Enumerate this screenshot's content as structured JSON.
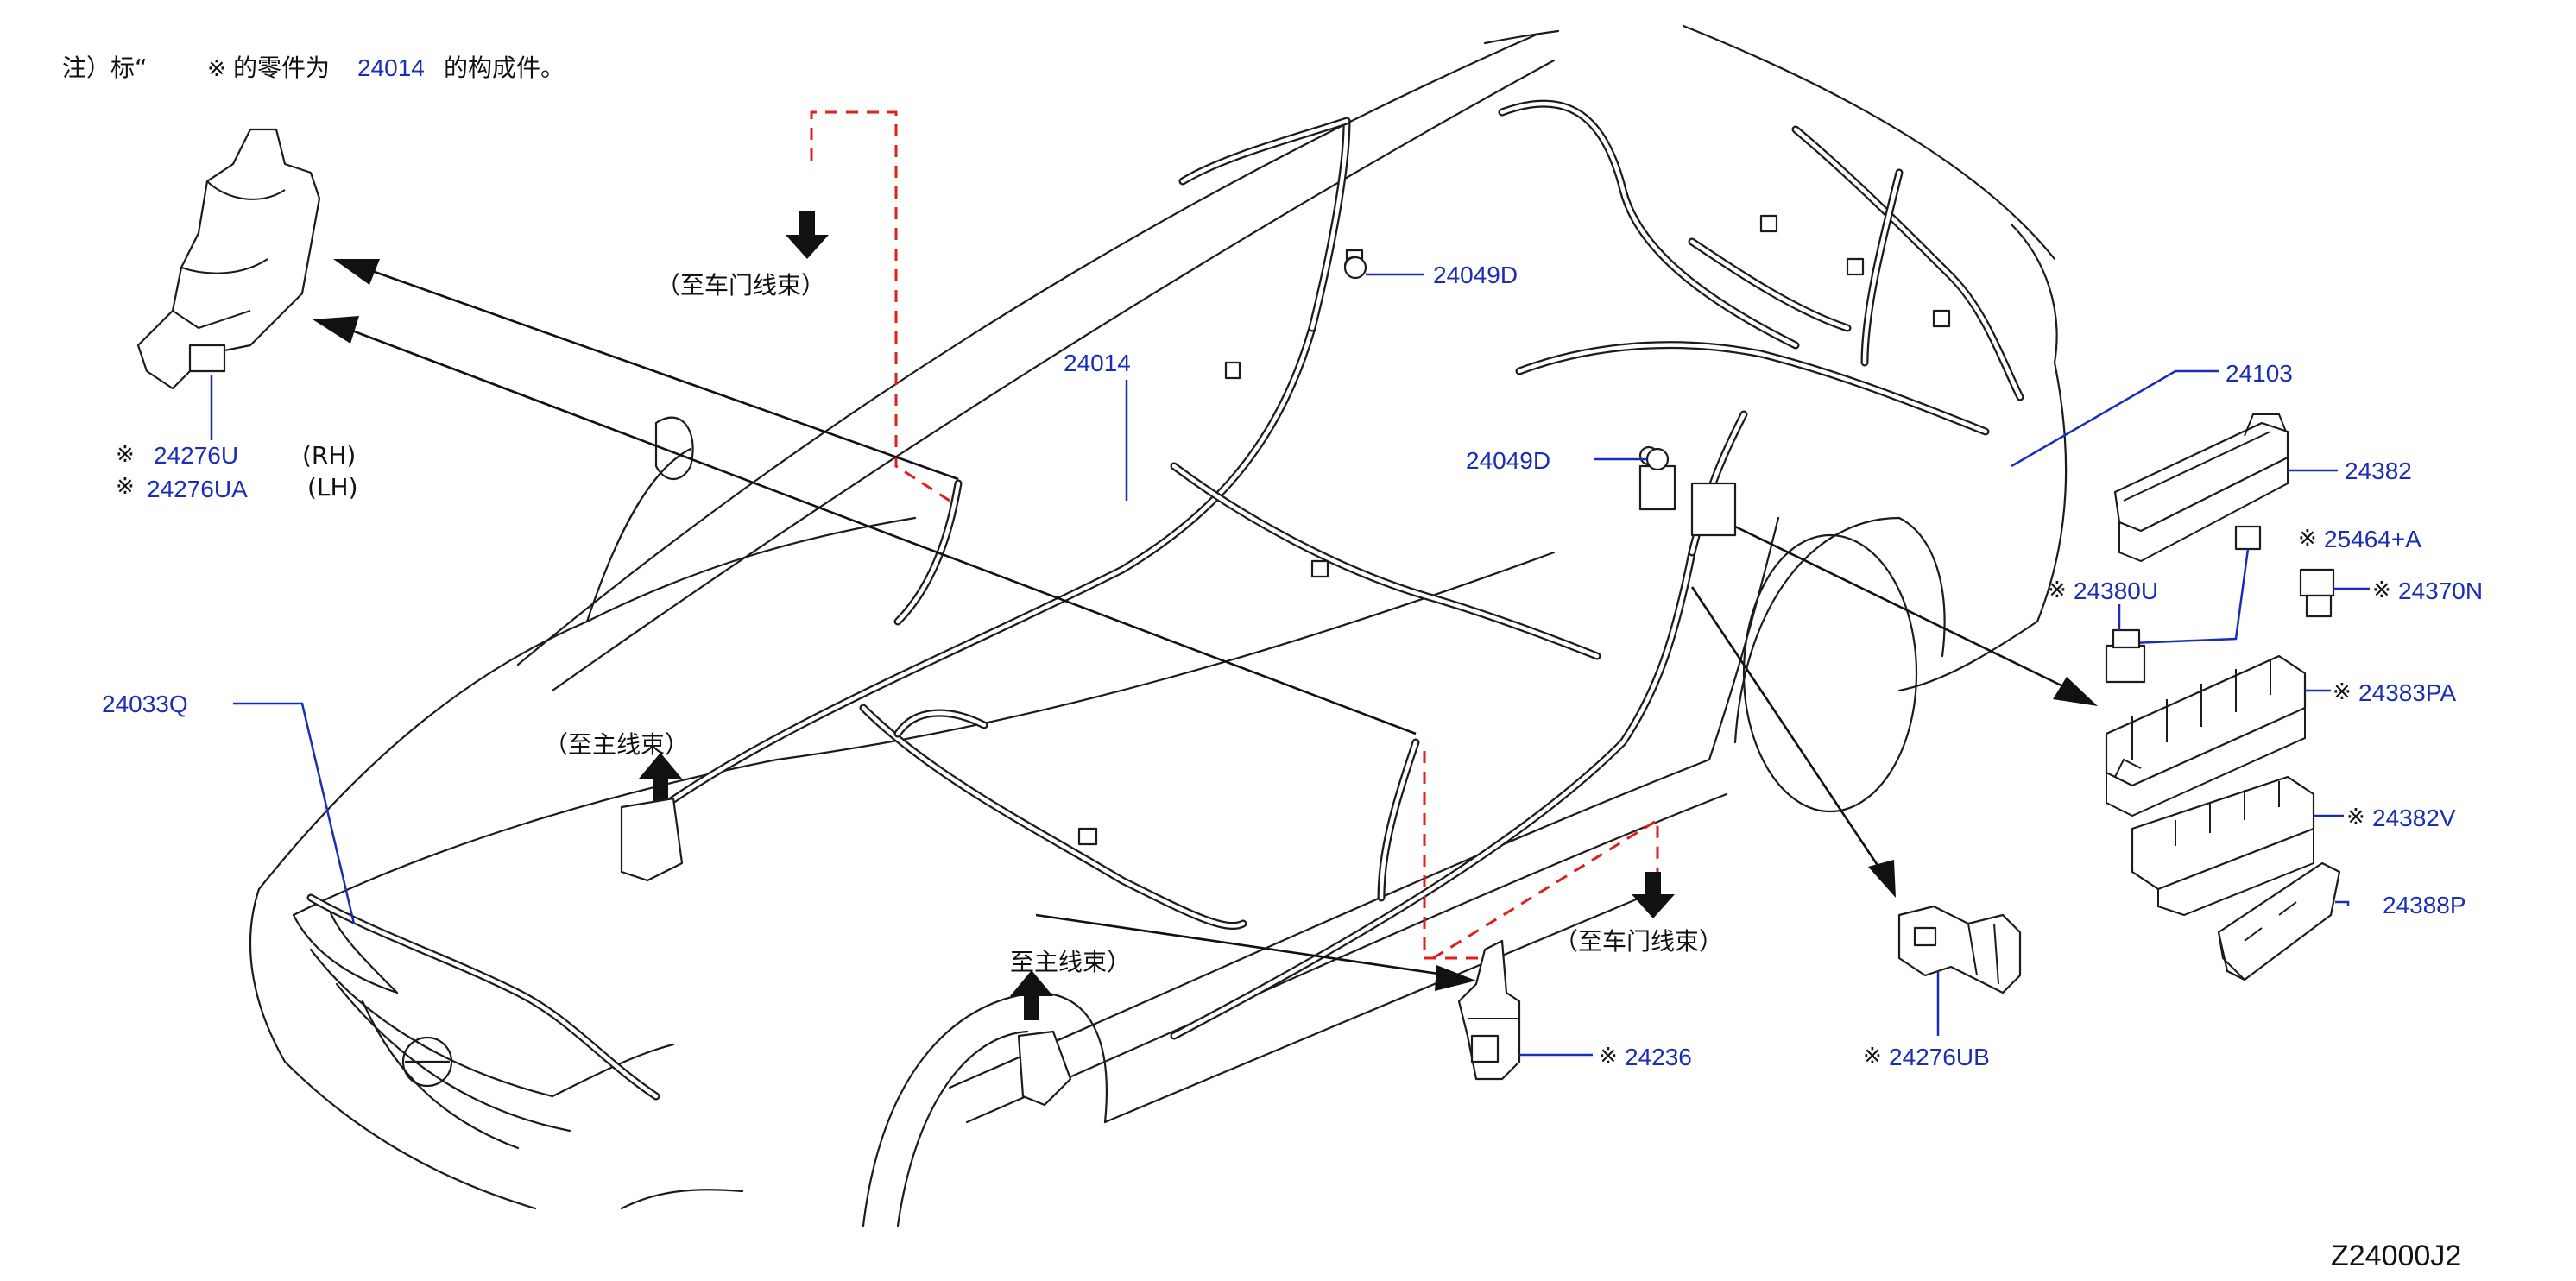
{
  "note": {
    "prefix": "注）标“",
    "mark": "※",
    "middle": "的零件为",
    "part": "24014",
    "suffix": "的构成件。"
  },
  "callouts": {
    "24276U": "24276U",
    "24276UA": "24276UA",
    "rh": "(RH)",
    "lh": "(LH)",
    "24033Q": "24033Q",
    "24014": "24014",
    "24049D_top": "24049D",
    "24049D_mid": "24049D",
    "24103": "24103",
    "24382": "24382",
    "25464A": "25464+A",
    "24380U": "24380U",
    "24370N": "24370N",
    "24383PA": "24383PA",
    "24382V": "24382V",
    "24388P": "24388P",
    "24236": "24236",
    "24276UB": "24276UB"
  },
  "labels": {
    "to_door_harness_top": "（至车门线束）",
    "to_main_harness_left": "（至主线束）",
    "to_main_harness_bottom": "至主线束）",
    "to_door_harness_right": "（至车门线束）"
  },
  "marker": "※",
  "diagram_code": "Z24000J2"
}
